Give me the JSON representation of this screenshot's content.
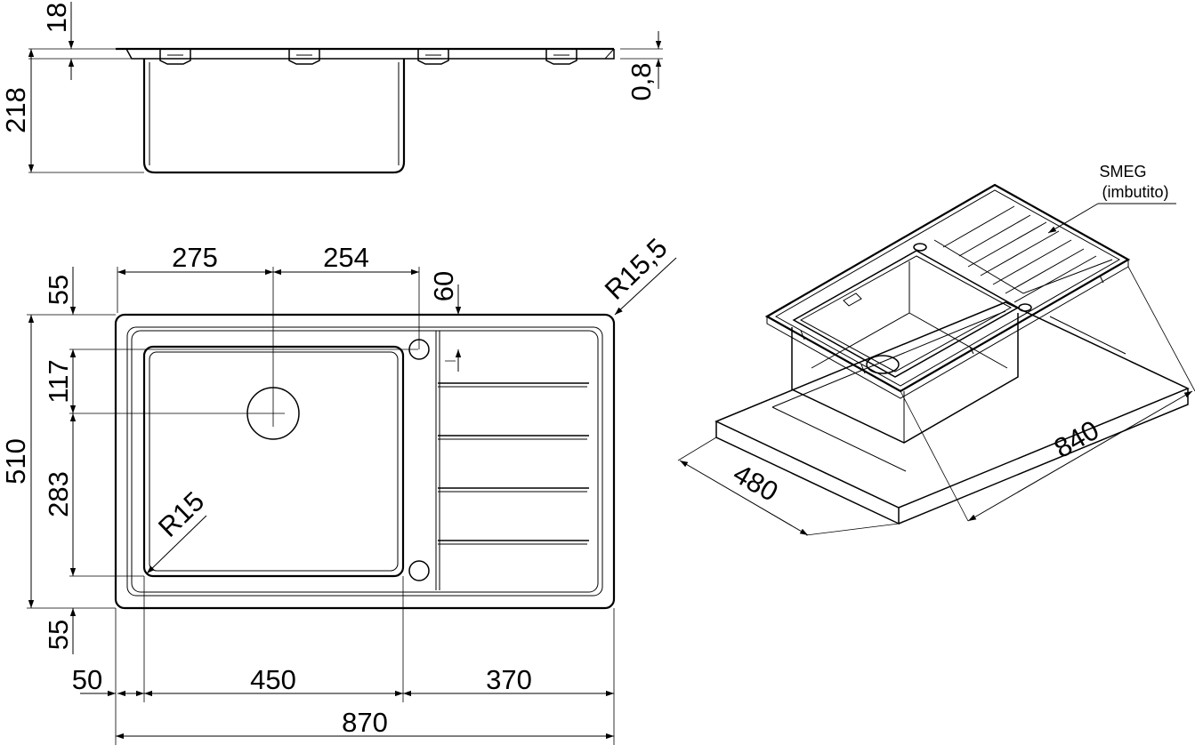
{
  "side_view": {
    "dim_top_flange": "18",
    "dim_height": "218",
    "dim_thickness": "0,8"
  },
  "top_view": {
    "dim_drain_x": "275",
    "dim_tap_x": "254",
    "dim_tap_y": "60",
    "dim_corner_radius": "R15,5",
    "dim_top_margin": "55",
    "dim_overall_depth": "510",
    "dim_drain_y": "117",
    "dim_drain_to_bowl": "283",
    "dim_bowl_radius": "R15",
    "dim_bottom_margin": "55",
    "dim_left_margin": "50",
    "dim_bowl_width": "450",
    "dim_drainer_width": "370",
    "dim_overall_width": "870"
  },
  "iso_view": {
    "brand_label": "SMEG",
    "brand_note": "(imbutito)",
    "dim_cutout_width": "840",
    "dim_cutout_depth": "480"
  },
  "colors": {
    "line": "#000000",
    "background": "#ffffff"
  }
}
